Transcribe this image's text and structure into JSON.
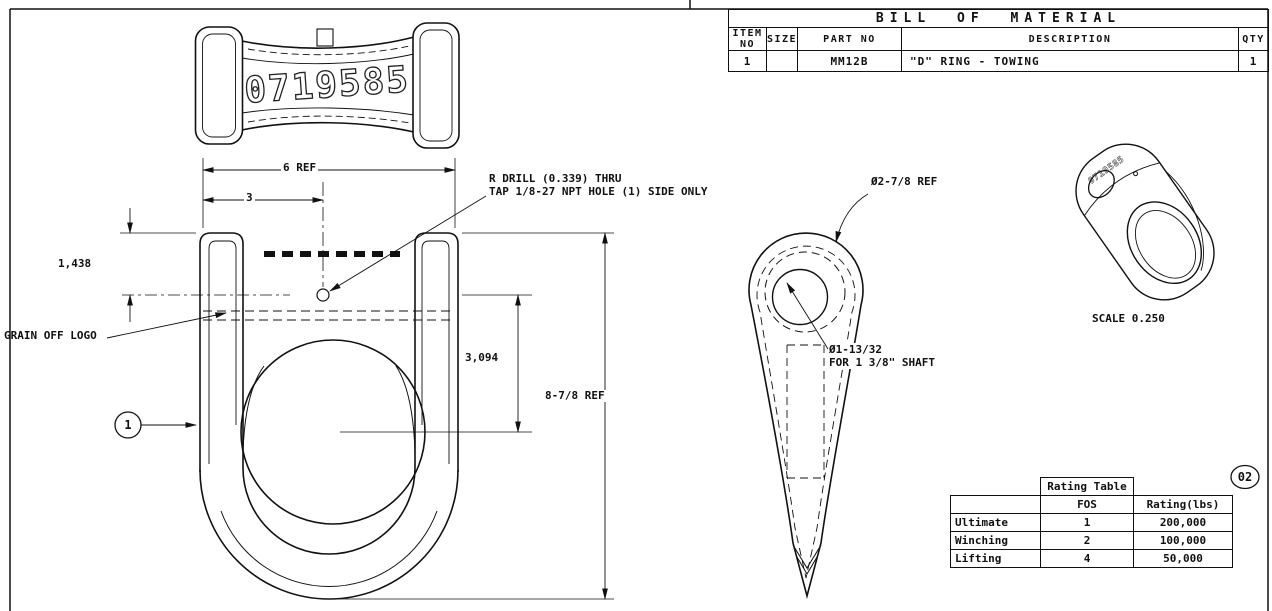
{
  "bom": {
    "title": "BILL OF MATERIAL",
    "headers": [
      "ITEM NO",
      "SIZE",
      "PART NO",
      "DESCRIPTION",
      "QTY"
    ],
    "row": {
      "item_no": "1",
      "size": "",
      "part_no": "MM12B",
      "description": "\"D\" RING - TOWING",
      "qty": "1"
    }
  },
  "dimensions": {
    "width_ref": "6 REF",
    "half_width": "3",
    "hole_height": "1,438",
    "center_distance": "3,094",
    "overall_height": "8-7/8 REF"
  },
  "notes": {
    "drill_line1": "R DRILL (0.339) THRU",
    "drill_line2": "TAP 1/8-27 NPT HOLE (1) SIDE ONLY",
    "grain": "GRAIN OFF LOGO",
    "boss_dia": "Ø2-7/8 REF",
    "shaft_dia_line1": "Ø1-13/32",
    "shaft_dia_line2": "FOR 1 3/8\" SHAFT",
    "scale": "SCALE 0.250",
    "stamp": "0719585"
  },
  "balloons": {
    "item_no": "1",
    "revision": "02"
  },
  "rating_table": {
    "title": "Rating Table",
    "fos_header": "FOS",
    "rating_header": "Rating(lbs)",
    "rows": [
      {
        "label": "Ultimate",
        "fos": "1",
        "rating": "200,000"
      },
      {
        "label": "Winching",
        "fos": "2",
        "rating": "100,000"
      },
      {
        "label": "Lifting",
        "fos": "4",
        "rating": "50,000"
      }
    ]
  }
}
